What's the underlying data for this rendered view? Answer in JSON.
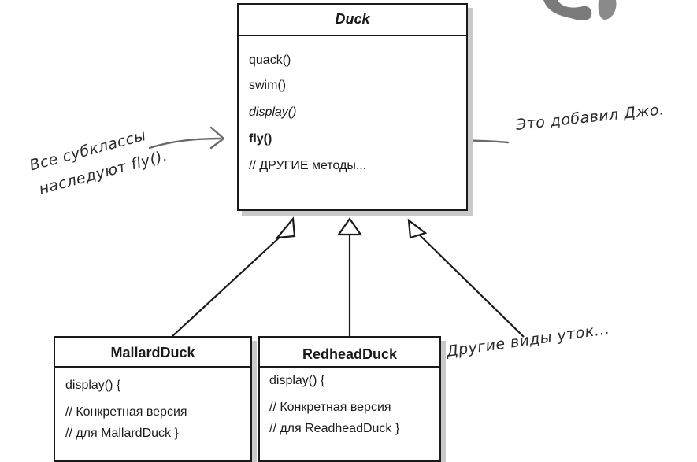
{
  "duck": {
    "title": "Duck",
    "methods": [
      "quack()",
      "swim()",
      "display()",
      "fly()",
      "// ДРУГИЕ методы..."
    ]
  },
  "mallard": {
    "title": "MallardDuck",
    "lines": [
      "display() {",
      "// Конкретная версия",
      "// для MallardDuck }"
    ]
  },
  "redhead": {
    "title": "RedheadDuck",
    "lines": [
      "display() {",
      "// Конкретная версия",
      "// для ReadheadDuck }"
    ]
  },
  "annotations": {
    "added_by_joe": "Это добавил Джо.",
    "all_subclasses_line1": "Все субклассы",
    "all_subclasses_line2": "наследуют fly().",
    "other_ducks": "Другие виды уток..."
  }
}
